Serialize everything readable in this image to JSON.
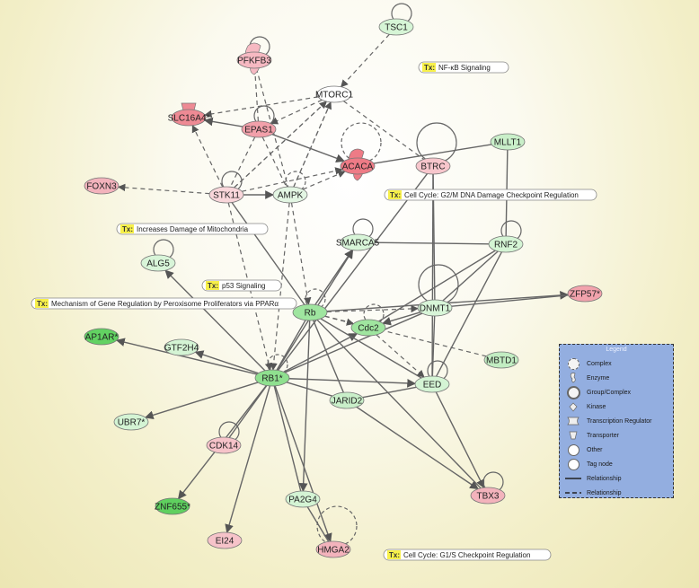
{
  "nodes": [
    {
      "id": "TSC1",
      "label": "TSC1",
      "color": "#d6f5d6"
    },
    {
      "id": "PFKFB3",
      "label": "PFKFB3",
      "color": "#f6b9c2"
    },
    {
      "id": "MTORC1",
      "label": "MTORC1",
      "color": "#ffffff"
    },
    {
      "id": "SLC16A4",
      "label": "SLC16A4*",
      "color": "#ee8a94"
    },
    {
      "id": "EPAS1",
      "label": "EPAS1",
      "color": "#f2a0aa"
    },
    {
      "id": "ACACA",
      "label": "ACACA",
      "color": "#ee7b86"
    },
    {
      "id": "BTRC",
      "label": "BTRC",
      "color": "#f7c6cc"
    },
    {
      "id": "MLLT1",
      "label": "MLLT1",
      "color": "#c9efc9"
    },
    {
      "id": "FOXN3",
      "label": "FOXN3",
      "color": "#f3b3bc"
    },
    {
      "id": "STK11",
      "label": "STK11",
      "color": "#f9d6da"
    },
    {
      "id": "AMPK",
      "label": "AMPK",
      "color": "#e3f6e3"
    },
    {
      "id": "SMARCA5",
      "label": "SMARCA5",
      "color": "#d8f5d8"
    },
    {
      "id": "RNF2",
      "label": "RNF2",
      "color": "#d4f4d4"
    },
    {
      "id": "ALG5",
      "label": "ALG5",
      "color": "#d8f5d8"
    },
    {
      "id": "ZFP57",
      "label": "ZFP57*",
      "color": "#f2a3ad"
    },
    {
      "id": "Rb",
      "label": "Rb",
      "color": "#9fe59f"
    },
    {
      "id": "DNMT1",
      "label": "DNMT1",
      "color": "#d8f5d8"
    },
    {
      "id": "Cdc2",
      "label": "Cdc2",
      "color": "#9fe59f"
    },
    {
      "id": "AP1AR",
      "label": "AP1AR*",
      "color": "#62d262"
    },
    {
      "id": "GTF2H4",
      "label": "GTF2H4",
      "color": "#d4f4d4"
    },
    {
      "id": "MBTD1",
      "label": "MBTD1",
      "color": "#c2edc2"
    },
    {
      "id": "RB1",
      "label": "RB1*",
      "color": "#8fe08f"
    },
    {
      "id": "EED",
      "label": "EED",
      "color": "#d4f4d4"
    },
    {
      "id": "JARID2",
      "label": "JARID2",
      "color": "#c9efc9"
    },
    {
      "id": "UBR7",
      "label": "UBR7*",
      "color": "#d4f4d4"
    },
    {
      "id": "CDK14",
      "label": "CDK14",
      "color": "#f6c3c9"
    },
    {
      "id": "TBX3",
      "label": "TBX3",
      "color": "#f3b3bc"
    },
    {
      "id": "PA2G4",
      "label": "PA2G4",
      "color": "#d4f4d4"
    },
    {
      "id": "ZNF655",
      "label": "ZNF655*",
      "color": "#5fd05f"
    },
    {
      "id": "EI24",
      "label": "EI24",
      "color": "#f6c3c9"
    },
    {
      "id": "HMGA2",
      "label": "HMGA2",
      "color": "#f3b3bc"
    }
  ],
  "pathways": [
    {
      "id": "nfkb",
      "badge": "Tx:",
      "label": "NF-κB Signaling"
    },
    {
      "id": "g2m",
      "badge": "Tx:",
      "label": "Cell Cycle: G2/M DNA Damage Checkpoint Regulation"
    },
    {
      "id": "mito",
      "badge": "Tx:",
      "label": "Increases Damage of Mitochondria"
    },
    {
      "id": "p53",
      "badge": "Tx:",
      "label": "p53 Signaling"
    },
    {
      "id": "ppar",
      "badge": "Tx:",
      "label": "Mechanism of Gene Regulation by Peroxisome Proliferators via PPARα"
    },
    {
      "id": "g1s",
      "badge": "Tx:",
      "label": "Cell Cycle: G1/S Checkpoint Regulation"
    }
  ],
  "edges": [
    [
      "TSC1",
      "MTORC1",
      "dashed",
      "arrow"
    ],
    [
      "MTORC1",
      "EPAS1",
      "dashed",
      "arrow"
    ],
    [
      "MTORC1",
      "SLC16A4",
      "dashed",
      "arrow"
    ],
    [
      "MTORC1",
      "STK11",
      "dashed",
      "none"
    ],
    [
      "MTORC1",
      "AMPK",
      "dashed",
      "none"
    ],
    [
      "MTORC1",
      "BTRC",
      "dashed",
      "none"
    ],
    [
      "PFKFB3",
      "AMPK",
      "dashed",
      "none"
    ],
    [
      "PFKFB3",
      "EPAS1",
      "dashed",
      "none"
    ],
    [
      "EPAS1",
      "SLC16A4",
      "solid",
      "arrow"
    ],
    [
      "EPAS1",
      "ACACA",
      "solid",
      "arrow"
    ],
    [
      "EPAS1",
      "STK11",
      "dashed",
      "none"
    ],
    [
      "EPAS1",
      "AMPK",
      "dashed",
      "none"
    ],
    [
      "STK11",
      "FOXN3",
      "dashed",
      "arrow"
    ],
    [
      "STK11",
      "SLC16A4",
      "dashed",
      "arrow"
    ],
    [
      "STK11",
      "AMPK",
      "solid",
      "arrow"
    ],
    [
      "STK11",
      "ACACA",
      "dashed",
      "arrow"
    ],
    [
      "STK11",
      "MTORC1",
      "dashed",
      "arrow"
    ],
    [
      "STK11",
      "Rb",
      "solid",
      "none"
    ],
    [
      "STK11",
      "RB1",
      "dashed",
      "arrow"
    ],
    [
      "AMPK",
      "ACACA",
      "dashed",
      "arrow"
    ],
    [
      "AMPK",
      "MTORC1",
      "dashed",
      "arrow"
    ],
    [
      "AMPK",
      "RB1",
      "dashed",
      "arrow"
    ],
    [
      "AMPK",
      "Rb",
      "dashed",
      "arrow"
    ],
    [
      "MLLT1",
      "ACACA",
      "solid",
      "none"
    ],
    [
      "MLLT1",
      "RNF2",
      "solid",
      "none"
    ],
    [
      "BTRC",
      "RB1",
      "solid",
      "none"
    ],
    [
      "BTRC",
      "EED",
      "solid",
      "none"
    ],
    [
      "BTRC",
      "DNMT1",
      "solid",
      "none"
    ],
    [
      "RB1",
      "ALG5",
      "solid",
      "arrow"
    ],
    [
      "RB1",
      "AP1AR",
      "solid",
      "arrow"
    ],
    [
      "RB1",
      "GTF2H4",
      "solid",
      "arrow"
    ],
    [
      "RB1",
      "UBR7",
      "solid",
      "arrow"
    ],
    [
      "RB1",
      "ZNF655",
      "solid",
      "arrow"
    ],
    [
      "RB1",
      "EI24",
      "solid",
      "arrow"
    ],
    [
      "RB1",
      "HMGA2",
      "solid",
      "arrow"
    ],
    [
      "RB1",
      "PA2G4",
      "solid",
      "none"
    ],
    [
      "RB1",
      "CDK14",
      "solid",
      "none"
    ],
    [
      "RB1",
      "JARID2",
      "solid",
      "none"
    ],
    [
      "RB1",
      "EED",
      "solid",
      "arrow"
    ],
    [
      "RB1",
      "Cdc2",
      "solid",
      "arrow"
    ],
    [
      "RB1",
      "SMARCA5",
      "solid",
      "arrow"
    ],
    [
      "RB1",
      "Rb",
      "solid",
      "none"
    ],
    [
      "RB1",
      "DNMT1",
      "solid",
      "none"
    ],
    [
      "Rb",
      "PA2G4",
      "solid",
      "arrow"
    ],
    [
      "Rb",
      "TBX3",
      "solid",
      "none"
    ],
    [
      "Rb",
      "EED",
      "solid",
      "none"
    ],
    [
      "Rb",
      "SMARCA5",
      "solid",
      "arrow"
    ],
    [
      "Rb",
      "ZFP57",
      "solid",
      "arrow"
    ],
    [
      "Rb",
      "MBTD1",
      "dashed",
      "none"
    ],
    [
      "Rb",
      "Cdc2",
      "dashed",
      "arrow"
    ],
    [
      "Rb",
      "DNMT1",
      "dashed",
      "arrow"
    ],
    [
      "Rb",
      "JARID2",
      "solid",
      "none"
    ],
    [
      "Cdc2",
      "EED",
      "dashed",
      "arrow"
    ],
    [
      "Cdc2",
      "RNF2",
      "solid",
      "none"
    ],
    [
      "SMARCA5",
      "RNF2",
      "solid",
      "none"
    ],
    [
      "DNMT1",
      "RNF2",
      "solid",
      "none"
    ],
    [
      "DNMT1",
      "ZFP57",
      "solid",
      "none"
    ],
    [
      "DNMT1",
      "Cdc2",
      "solid",
      "arrow"
    ],
    [
      "DNMT1",
      "EED",
      "solid",
      "none"
    ],
    [
      "EED",
      "RNF2",
      "solid",
      "none"
    ],
    [
      "EED",
      "TBX3",
      "solid",
      "arrow"
    ],
    [
      "JARID2",
      "EED",
      "solid",
      "none"
    ],
    [
      "JARID2",
      "TBX3",
      "solid",
      "arrow"
    ],
    [
      "PA2G4",
      "HMGA2",
      "solid",
      "none"
    ]
  ],
  "legend": {
    "title": "Legend",
    "items": [
      {
        "symbol": "complex",
        "label": "Complex"
      },
      {
        "symbol": "enzyme",
        "label": "Enzyme"
      },
      {
        "symbol": "group",
        "label": "Group/Complex"
      },
      {
        "symbol": "kinase",
        "label": "Kinase"
      },
      {
        "symbol": "txreg",
        "label": "Transcription Regulator"
      },
      {
        "symbol": "transporter",
        "label": "Transporter"
      },
      {
        "symbol": "other",
        "label": "Other"
      },
      {
        "symbol": "tag",
        "label": "Tag node"
      },
      {
        "symbol": "solid-line",
        "label": "Relationship"
      },
      {
        "symbol": "dashed-line",
        "label": "Relationship"
      }
    ]
  }
}
